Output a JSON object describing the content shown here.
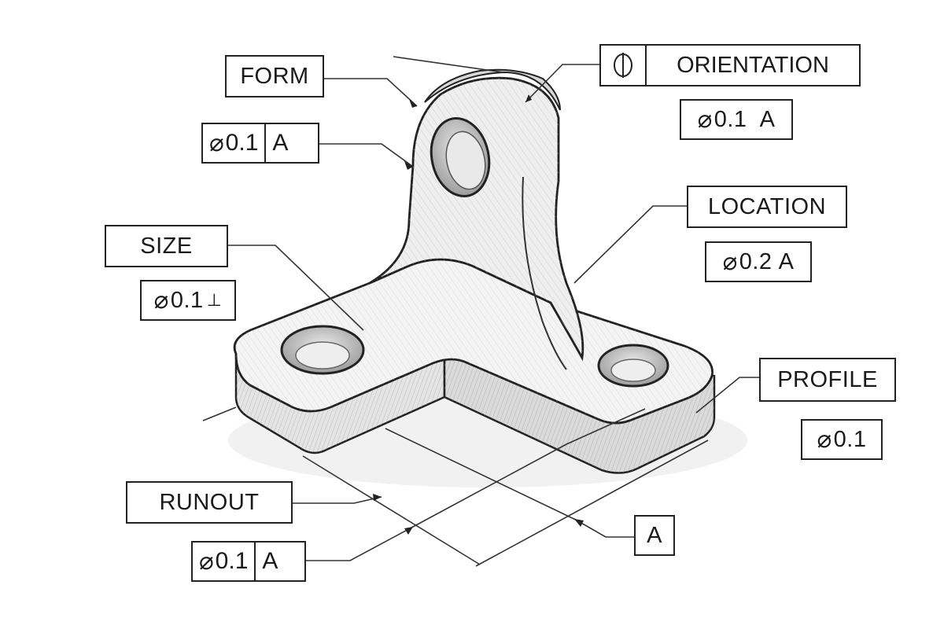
{
  "labels": {
    "form": "FORM",
    "orientation": "ORIENTATION",
    "size": "SIZE",
    "location": "LOCATION",
    "profile": "PROFILE",
    "runout": "RUNOUT",
    "datum": "A"
  },
  "frames": {
    "form": {
      "symbol": "⌀",
      "value": "0.1",
      "datum": "A"
    },
    "orientation": {
      "symbol": "⌀",
      "value": "0.1",
      "datum": "A"
    },
    "size": {
      "symbol": "⌀",
      "value": "0.1",
      "modifier": "⊥"
    },
    "location": {
      "symbol": "⌀",
      "value": "0.2",
      "datum": "A"
    },
    "profile": {
      "symbol": "⌀",
      "value": "0.1"
    },
    "runout": {
      "symbol": "⌀",
      "value": "0.1",
      "datum": "A"
    }
  },
  "icons": {
    "orientation_symbol": "circle-vertical-line-icon"
  }
}
